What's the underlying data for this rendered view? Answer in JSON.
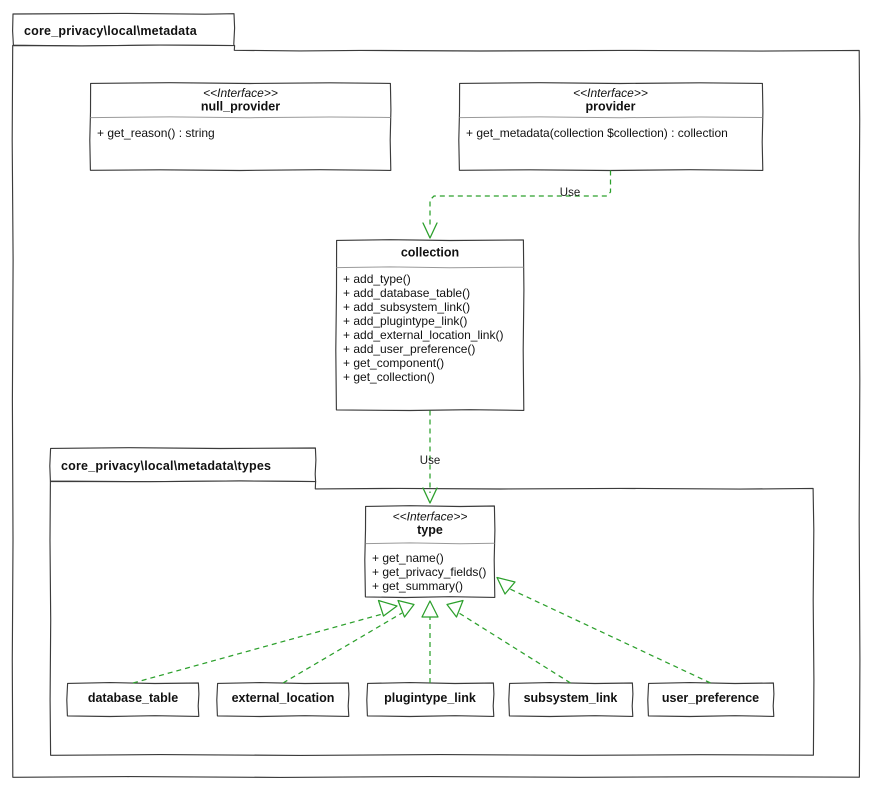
{
  "diagram": {
    "kind": "uml-class-diagram",
    "colors": {
      "stroke": "#3b3b3b",
      "divider": "#9a9a9a",
      "relation": "#2ca02c",
      "background": "#ffffff",
      "text": "#111111"
    },
    "packages": [
      {
        "id": "pkg-outer",
        "label": "core_privacy\\local\\metadata"
      },
      {
        "id": "pkg-types",
        "label": "core_privacy\\local\\metadata\\types"
      }
    ],
    "classes": [
      {
        "id": "null_provider",
        "stereotype": "<<Interface>>",
        "name": "null_provider",
        "members": [
          "+ get_reason() : string"
        ]
      },
      {
        "id": "provider",
        "stereotype": "<<Interface>>",
        "name": "provider",
        "members": [
          "+ get_metadata(collection $collection) : collection"
        ]
      },
      {
        "id": "collection",
        "stereotype": "",
        "name": "collection",
        "members": [
          "+ add_type()",
          "+ add_database_table()",
          "+ add_subsystem_link()",
          "+ add_plugintype_link()",
          "+ add_external_location_link()",
          "+ add_user_preference()",
          "+ get_component()",
          "+ get_collection()"
        ]
      },
      {
        "id": "type",
        "stereotype": "<<Interface>>",
        "name": "type",
        "members": [
          "+ get_name()",
          "+ get_privacy_fields()",
          "+ get_summary()"
        ]
      },
      {
        "id": "database_table",
        "stereotype": "",
        "name": "database_table",
        "members": []
      },
      {
        "id": "external_location",
        "stereotype": "",
        "name": "external_location",
        "members": []
      },
      {
        "id": "plugintype_link",
        "stereotype": "",
        "name": "plugintype_link",
        "members": []
      },
      {
        "id": "subsystem_link",
        "stereotype": "",
        "name": "subsystem_link",
        "members": []
      },
      {
        "id": "user_preference",
        "stereotype": "",
        "name": "user_preference",
        "members": []
      }
    ],
    "relations": [
      {
        "id": "rel-provider-collection",
        "type": "dependency",
        "from": "provider",
        "to": "collection",
        "label": "Use"
      },
      {
        "id": "rel-collection-type",
        "type": "dependency",
        "from": "collection",
        "to": "type",
        "label": "Use"
      },
      {
        "id": "rel-database_table-type",
        "type": "realization",
        "from": "database_table",
        "to": "type",
        "label": ""
      },
      {
        "id": "rel-external_location-type",
        "type": "realization",
        "from": "external_location",
        "to": "type",
        "label": ""
      },
      {
        "id": "rel-plugintype_link-type",
        "type": "realization",
        "from": "plugintype_link",
        "to": "type",
        "label": ""
      },
      {
        "id": "rel-subsystem_link-type",
        "type": "realization",
        "from": "subsystem_link",
        "to": "type",
        "label": ""
      },
      {
        "id": "rel-user_preference-type",
        "type": "realization",
        "from": "user_preference",
        "to": "type",
        "label": ""
      }
    ]
  }
}
